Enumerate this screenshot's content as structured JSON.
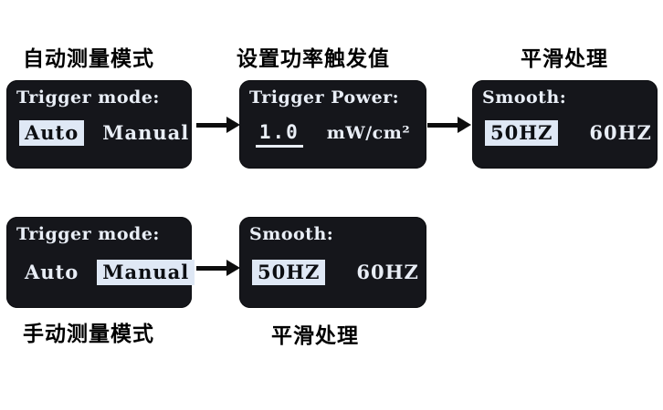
{
  "colors": {
    "page_bg": "#ffffff",
    "screen_bg": "#15161b",
    "screen_text": "#e9eef6",
    "highlight_bg": "#dfe8f5",
    "highlight_text": "#0c0e12",
    "caption_text": "#000000",
    "arrow": "#0d0d0d"
  },
  "screens": {
    "s1": {
      "caption": "自动测量模式",
      "title": "Trigger mode:",
      "options": [
        {
          "label": "Auto",
          "selected": true
        },
        {
          "label": "Manual",
          "selected": false
        }
      ]
    },
    "s2": {
      "caption": "设置功率触发值",
      "title": "Trigger Power:",
      "value": "1.0",
      "unit": "mW/cm²"
    },
    "s3": {
      "caption": "平滑处理",
      "title": "Smooth:",
      "options": [
        {
          "label": "50HZ",
          "selected": true
        },
        {
          "label": "60HZ",
          "selected": false
        }
      ]
    },
    "s4": {
      "caption": "手动测量模式",
      "title": "Trigger mode:",
      "options": [
        {
          "label": "Auto",
          "selected": false
        },
        {
          "label": "Manual",
          "selected": true
        }
      ]
    },
    "s5": {
      "caption": "平滑处理",
      "title": "Smooth:",
      "options": [
        {
          "label": "50HZ",
          "selected": true
        },
        {
          "label": "60HZ",
          "selected": false
        }
      ]
    }
  }
}
